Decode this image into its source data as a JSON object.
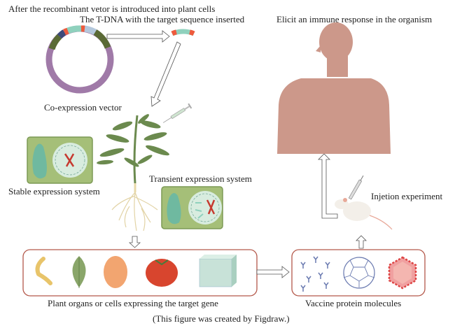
{
  "labels": {
    "intro": "After the recombinant vetor is introduced into plant cells",
    "tdna": "The T-DNA with the target sequence inserted",
    "immune": "Elicit an immune response in the organism",
    "vector": "Co-expression vector",
    "transient": "Transient expression system",
    "stable": "Stable expression system",
    "injection": "Injetion experiment",
    "plant_organs": "Plant organs or cells expressing the target gene",
    "vaccine": "Vaccine protein molecules",
    "credit": "(This figure was created by Figdraw.)"
  },
  "icons": {
    "plasmid": "plasmid-ring-icon",
    "tdna": "tdna-fragment-icon",
    "syringe": "syringe-icon",
    "plant": "plant-icon",
    "cell": "plant-cell-icon",
    "human": "human-torso-icon",
    "mouse": "mouse-icon",
    "organs": [
      "pollen-icon",
      "leaf-icon",
      "seed-icon",
      "tomato-icon",
      "cell-culture-icon"
    ],
    "vaccines": [
      "antibody-icon",
      "vlp-cage-icon",
      "virus-particle-icon"
    ]
  },
  "colors": {
    "plasmid_main": "#a07aa8",
    "plasmid_dark_green": "#5a6a35",
    "plasmid_teal": "#8fd1bd",
    "plasmid_red": "#ee5a3c",
    "plasmid_light_blue": "#b4c8dc",
    "plasmid_navy": "#3d4a7a",
    "box_border": "#b4584a",
    "human": "#cc988a",
    "cell_bg": "#a5bf78",
    "leaf": "#6b8a4e"
  }
}
